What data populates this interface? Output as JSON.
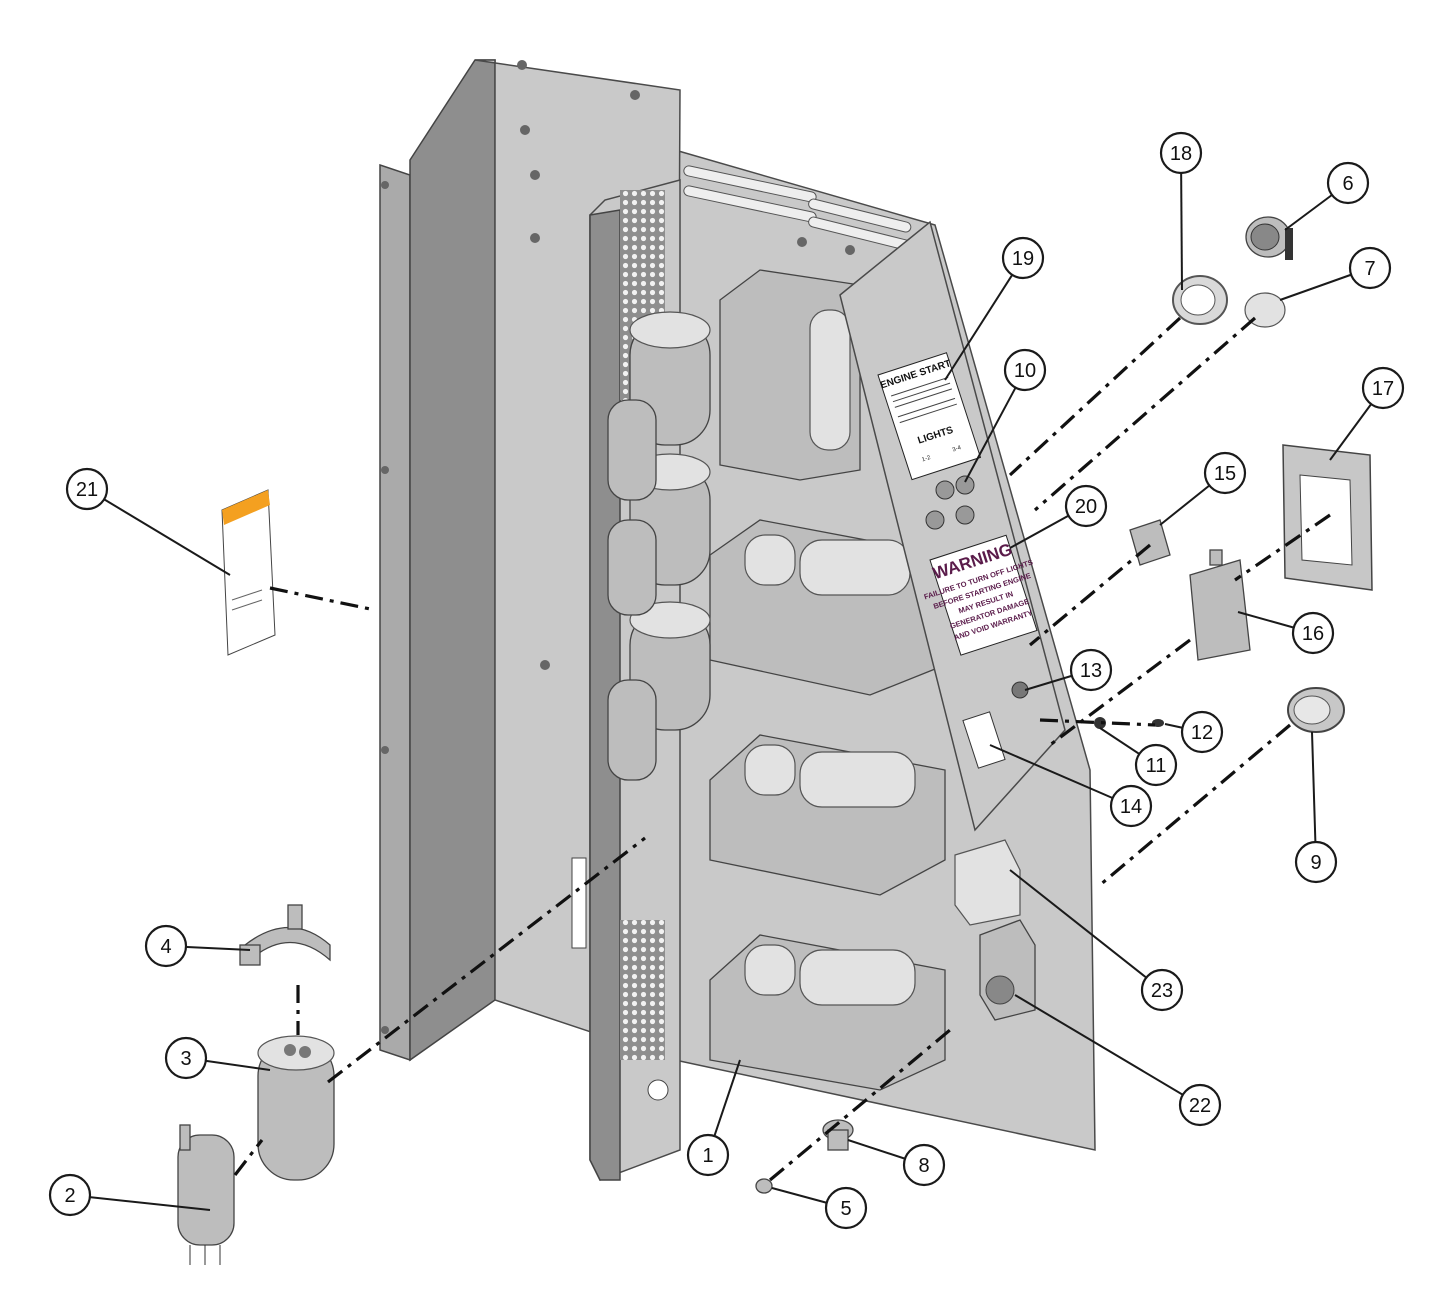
{
  "callouts": [
    {
      "num": "1"
    },
    {
      "num": "2"
    },
    {
      "num": "3"
    },
    {
      "num": "4"
    },
    {
      "num": "5"
    },
    {
      "num": "6"
    },
    {
      "num": "7"
    },
    {
      "num": "8"
    },
    {
      "num": "9"
    },
    {
      "num": "10"
    },
    {
      "num": "11"
    },
    {
      "num": "12"
    },
    {
      "num": "13"
    },
    {
      "num": "14"
    },
    {
      "num": "15"
    },
    {
      "num": "16"
    },
    {
      "num": "17"
    },
    {
      "num": "18"
    },
    {
      "num": "19"
    },
    {
      "num": "20"
    },
    {
      "num": "21"
    },
    {
      "num": "22"
    },
    {
      "num": "23"
    }
  ],
  "labels": {
    "engine_start_title": "ENGINE START",
    "engine_lights_title": "LIGHTS",
    "engine_lights_a": "1-2",
    "engine_lights_b": "3-4",
    "warning_title": "WARNING",
    "warning_line1": "FAILURE TO TURN OFF LIGHTS",
    "warning_line2": "BEFORE STARTING ENGINE",
    "warning_line3": "MAY RESULT IN",
    "warning_line4": "GENERATOR DAMAGE",
    "warning_line5": "AND VOID WARRANTY"
  },
  "colors": {
    "panel_fill": "#c9c9c9",
    "warning_text": "#5a1b4a",
    "hazard_label": "#f4a020"
  }
}
